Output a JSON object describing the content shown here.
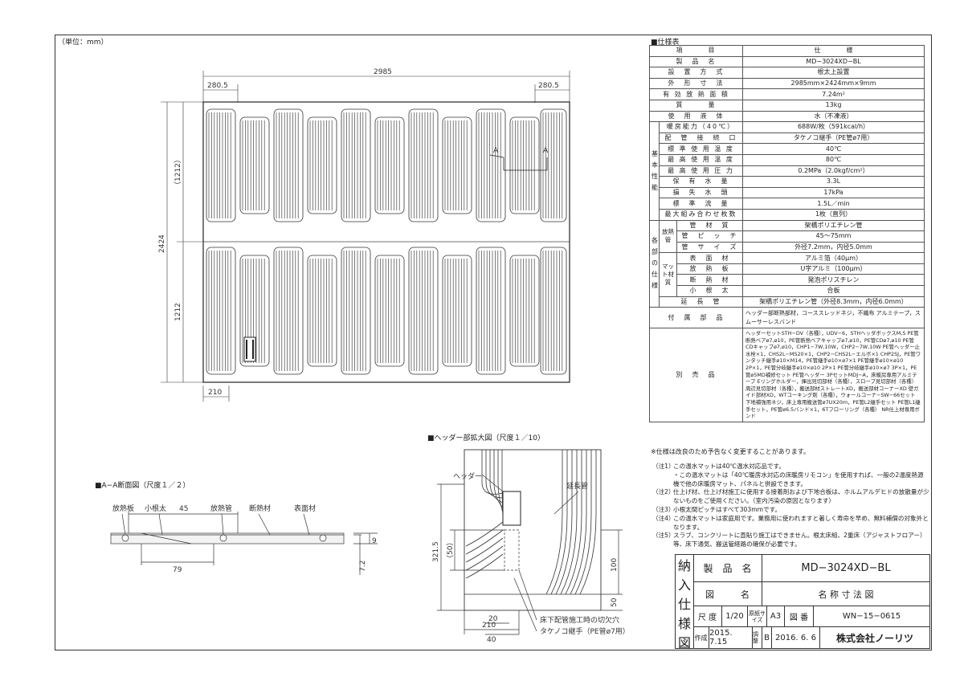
{
  "unit_label": "（単位：mm）",
  "plan": {
    "width": "2985",
    "left_margin": "280.5",
    "right_margin": "280.5",
    "height": "2424",
    "upper_height": "（1212）",
    "lower_height": "1212",
    "bottom_offset": "210",
    "section_mark": "A"
  },
  "spec": {
    "title": "■仕様表",
    "header": [
      "項　　　目",
      "仕　　　　様"
    ],
    "rows_top": [
      [
        "製　品　名",
        "MD−3024XD−BL"
      ],
      [
        "設　置　方　式",
        "根太上設置"
      ],
      [
        "外　形　寸　法",
        "2985mm×2424mm×9mm"
      ],
      [
        "有 効 放 熱 面 積",
        "7.24m²"
      ],
      [
        "質　　　量",
        "13kg"
      ],
      [
        "使　用　液　体",
        "水（不凍液）"
      ]
    ],
    "basic_group": "基本性能",
    "rows_basic": [
      [
        "暖房能力（40℃）",
        "688W/枚（591kcal/h）"
      ],
      [
        "配　管　接　続　口",
        "タケノコ継手（PE管ø7用）"
      ],
      [
        "標 準 使 用 温 度",
        "40℃"
      ],
      [
        "最 高 使 用 温 度",
        "80℃"
      ],
      [
        "最 高 使 用 圧 力",
        "0.2MPa（2.0kgf/cm²）"
      ],
      [
        "保　有　水　量",
        "3.3L"
      ],
      [
        "損　失　水　頭",
        "17kPa"
      ],
      [
        "標　準　流　量",
        "1.5L／min"
      ],
      [
        "最大組み合わせ枚数",
        "1枚（直列）"
      ]
    ],
    "parts_group": "各部の仕様",
    "pipe_group": "放熱管",
    "rows_pipe": [
      [
        "管　材　質",
        "架橋ポリエチレン管"
      ],
      [
        "管　ピ　ッ　チ",
        "45〜75mm"
      ],
      [
        "管　サ　イ　ズ",
        "外径7.2mm，内径5.0mm"
      ]
    ],
    "mat_group": "マット材質",
    "rows_mat": [
      [
        "表　面　材",
        "アルミ箔（40μm）"
      ],
      [
        "放　熱　板",
        "U字アルミ（100μm）"
      ],
      [
        "断　熱　材",
        "発泡ポリスチレン"
      ],
      [
        "小　根　太",
        "合板"
      ]
    ],
    "row_ext": [
      "延　長　管",
      "架橋ポリエチレン管（外径8.3mm，内径6.0mm）"
    ],
    "accessory_label": "付　属　部　品",
    "accessory_value": "ヘッダー部断熱部材，コーススレッドネジ，不織布 アルミテープ，スムーサーレスバンド",
    "options_label": "別　売　品",
    "options_value": "ヘッダーセットSTH−DV（各種），UDV−6，STHヘッダボックスM,S PE管断熱ベアø7,ø10，PE管断熱ベアキャップø7,ø10，PE管CDø7,ø10 PE管CDキャップø7,ø10，CHP1−7W,10W，CHP2−7W,10W PE管ヘッダー止水栓×1，CHS2L−MS20×1，CHP2−CHS2L−エルボ×1 CHP2SJ，PE管ワンタッチ継手ø10×M14，PE管継手ø10×ø7×1 PE管継手ø10×ø10 2P×1，PE管分岐継手ø10×ø10 2P×1 PE管分岐継手ø10×ø7 3P×1，PE管ø5MD補修セット PE管ヘッダー 3PセットMDJ−A，床暖房専用アルミテープ Eリングホルダー，揮出見切部材（各種），スロープ見切部材（各種） 周辺見切部材（各種），搬送部材ストレートXD，搬送部材コーナーXD 壁ガイド部材XD，WTコーキング剤（各種），ウォールコーナ−SW−66セット 下地補強用ネジ，床上専用搬送管ø7UX20m，PE管L2継手セット PE管L1継手セット，PE管ø6.5バンド×1，6Tフローリング（各種） NR仕上材専用ボンド",
    "change_note": "※仕様は改良のため予告なく変更することがあります。"
  },
  "notes": [
    [
      "（注1）",
      "この温水マットは40℃温水対応品です。"
    ],
    [
      "",
      "・この温水マットは「40℃暖房水対応の床暖房リモコン」を使用すれば、一般の2温度熱源機で他の床暖房マット、パネルと併設できます。"
    ],
    [
      "（注2）",
      "仕上げ材、仕上げ材施工に使用する接着剤および下地合板は、ホルムアルデヒドの放散量が少ないものをご使用ください。（室内汚染の原因となります）"
    ],
    [
      "（注3）",
      "小根太間ピッチはすべて303mmです。"
    ],
    [
      "（注4）",
      "この温水マットは家庭用です。業務用に使われますと著しく寿命を早め、無料補償の対象外となります。"
    ],
    [
      "（注5）",
      "スラブ、コンクリートに直貼り施工はできません。根太床組、2重床（アジャストフロアー）等、床下通気、搬送管経路の確保が必要です。"
    ]
  ],
  "section_aa": {
    "title": "■A−A断面図（尺度１／２）",
    "labels": [
      "放熱板",
      "小根太",
      "放熱管",
      "断熱材",
      "表面材"
    ],
    "dim_45": "45",
    "dim_79": "79",
    "dim_9": "9",
    "dim_72": "7.2"
  },
  "header_detail": {
    "title": "■ヘッダー部拡大図（尺度１／10）",
    "label_header": "ヘッダー",
    "label_ext": "延長管",
    "dim_3215": "321.5",
    "dim_50p": "（50）",
    "dim_100": "100",
    "dim_50": "50",
    "dim_210": "210",
    "dim_20": "20",
    "dim_40": "40",
    "note_hole": "床下配管施工時の切欠穴",
    "note_joint": "タケノコ継手（PE管ø7用）"
  },
  "title_block": {
    "vertical": [
      "納",
      "入",
      "仕",
      "様",
      "図"
    ],
    "product_label": "製　品　名",
    "product_value": "MD−3024XD−BL",
    "drawing_label": "図　　　名",
    "drawing_value": "名 称 寸 法 図",
    "scale_label": "尺 度",
    "scale_value": "1/20",
    "paper_label": "原紙サイズ",
    "paper_value": "A3",
    "number_label": "図 番",
    "number_value": "WN−15−0615",
    "made_label": "作成",
    "made_value": "2015. 7.15",
    "rev_label": "調整",
    "rev_value": "B",
    "rev_date": "2016. 6. 6",
    "company": "株式会社ノーリツ"
  }
}
